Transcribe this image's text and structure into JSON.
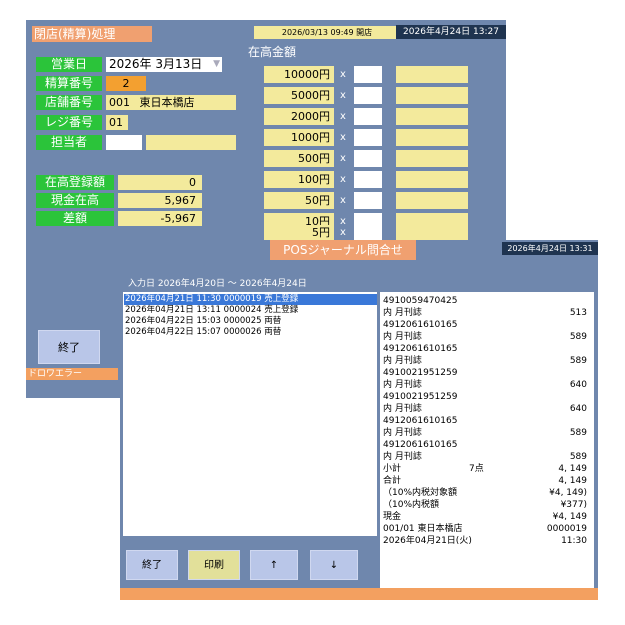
{
  "win1": {
    "title": "閉店(精算)処理",
    "top_info": "2026/03/13 09:49 開店",
    "clock": "2026年4月24日 13:27",
    "business_day_label": "営業日",
    "business_day_value": "2026年  3月13日",
    "settle_no_label": "精算番号",
    "settle_no_value": "2",
    "store_no_label": "店舗番号",
    "store_code": "001",
    "store_name": "東日本橋店",
    "register_no_label": "レジ番号",
    "register_no_value": "01",
    "staff_label": "担当者",
    "cash_header": "在高金額",
    "denominations": [
      {
        "label": "10000円",
        "x": "x"
      },
      {
        "label": "5000円",
        "x": "x"
      },
      {
        "label": "2000円",
        "x": "x"
      },
      {
        "label": "1000円",
        "x": "x"
      },
      {
        "label": "500円",
        "x": "x"
      },
      {
        "label": "100円",
        "x": "x"
      },
      {
        "label": "50円",
        "x": "x"
      },
      {
        "label": "10円",
        "x": "x"
      },
      {
        "label": "5円",
        "x": "x"
      }
    ],
    "registered_label": "在高登録額",
    "registered_value": "0",
    "cash_on_hand_label": "現金在高",
    "cash_on_hand_value": "5,967",
    "diff_label": "差額",
    "diff_value": "-5,967",
    "end_button": "終了",
    "status": "ドロワエラー"
  },
  "win2": {
    "title": "POSジャーナル問合せ",
    "clock": "2026年4月24日 13:31",
    "range": "入力日  2026年4月20日  ～  2026年4月24日",
    "list": [
      "2026年04月21日 11:30  0000019  売上登録",
      "2026年04月21日 13:11  0000024  売上登録",
      "2026年04月22日 15:03  0000025  両替",
      "2026年04月22日 15:07  0000026  両替"
    ],
    "receipt": [
      {
        "l": "4910059470425",
        "m": "",
        "r": ""
      },
      {
        "l": "内  月刊誌",
        "m": "",
        "r": "513"
      },
      {
        "l": "4912061610165",
        "m": "",
        "r": ""
      },
      {
        "l": "内  月刊誌",
        "m": "",
        "r": "589"
      },
      {
        "l": "4912061610165",
        "m": "",
        "r": ""
      },
      {
        "l": "内  月刊誌",
        "m": "",
        "r": "589"
      },
      {
        "l": "4910021951259",
        "m": "",
        "r": ""
      },
      {
        "l": "内  月刊誌",
        "m": "",
        "r": "640"
      },
      {
        "l": "4910021951259",
        "m": "",
        "r": ""
      },
      {
        "l": "内  月刊誌",
        "m": "",
        "r": "640"
      },
      {
        "l": "4912061610165",
        "m": "",
        "r": ""
      },
      {
        "l": "内  月刊誌",
        "m": "",
        "r": "589"
      },
      {
        "l": "4912061610165",
        "m": "",
        "r": ""
      },
      {
        "l": "内  月刊誌",
        "m": "",
        "r": "589"
      },
      {
        "l": "小計",
        "m": "7点",
        "r": "4, 149"
      },
      {
        "l": "合計",
        "m": "",
        "r": "4, 149"
      },
      {
        "l": "（10%内税対象額",
        "m": "",
        "r": "¥4, 149)"
      },
      {
        "l": "（10%内税額",
        "m": "",
        "r": "¥377)"
      },
      {
        "l": "現金",
        "m": "",
        "r": "¥4, 149"
      },
      {
        "l": "001/01  東日本橋店",
        "m": "",
        "r": "0000019"
      },
      {
        "l": "2026年04月21日(火)",
        "m": "",
        "r": "11:30"
      }
    ],
    "buttons": {
      "end": "終了",
      "print": "印刷",
      "up": "↑",
      "down": "↓"
    }
  }
}
